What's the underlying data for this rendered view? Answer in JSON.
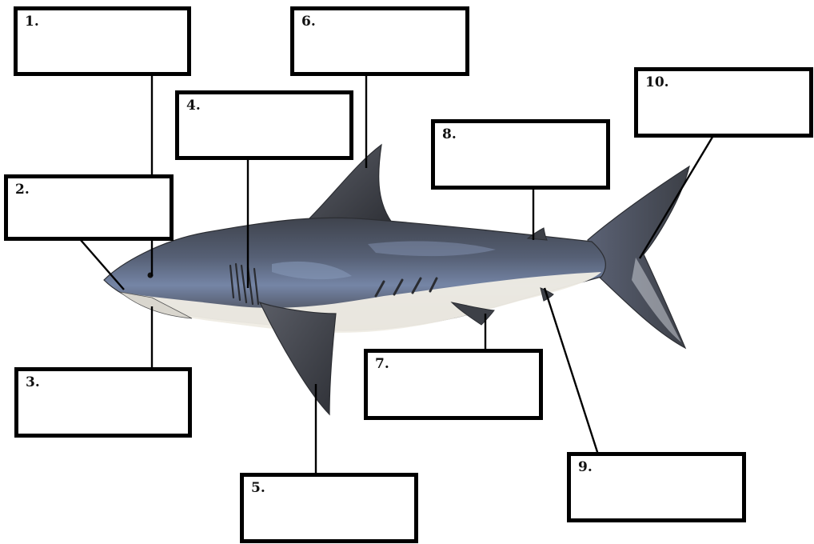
{
  "diagram": {
    "subject": "shark-anatomy",
    "labels": [
      {
        "id": "1",
        "text": "1.",
        "answer": ""
      },
      {
        "id": "2",
        "text": "2.",
        "answer": ""
      },
      {
        "id": "3",
        "text": "3.",
        "answer": ""
      },
      {
        "id": "4",
        "text": "4.",
        "answer": ""
      },
      {
        "id": "5",
        "text": "5.",
        "answer": ""
      },
      {
        "id": "6",
        "text": "6.",
        "answer": ""
      },
      {
        "id": "7",
        "text": "7.",
        "answer": ""
      },
      {
        "id": "8",
        "text": "8.",
        "answer": ""
      },
      {
        "id": "9",
        "text": "9.",
        "answer": ""
      },
      {
        "id": "10",
        "text": "10.",
        "answer": ""
      }
    ]
  },
  "colors": {
    "box_border": "#000000",
    "shark_back": "#4d5260",
    "shark_blue": "#6f7e9c",
    "shark_belly": "#eeebe2",
    "fin_dark": "#3f4148"
  }
}
